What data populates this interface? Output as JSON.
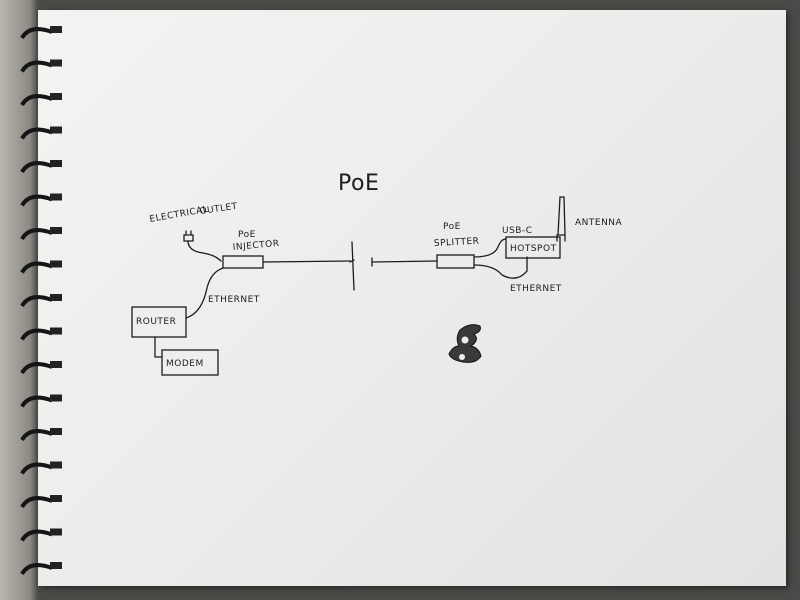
{
  "title": "PoE",
  "labels": {
    "outlet": "ELECTRICAL OUTLET",
    "outlet_line1": "ELECTRICAL",
    "outlet_line2": "OUTLET",
    "injector_line1": "PoE",
    "injector_line2": "INJECTOR",
    "ethernet_left": "ETHERNET",
    "router": "ROUTER",
    "modem": "MODEM",
    "splitter_line1": "PoE",
    "splitter_line2": "SPLITTER",
    "usbc": "USB-C",
    "hotspot": "HOTSPOT",
    "antenna": "ANTENNA",
    "ethernet_right": "ETHERNET"
  }
}
